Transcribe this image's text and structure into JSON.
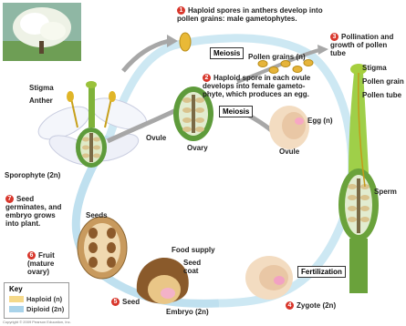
{
  "steps": {
    "s1": {
      "num": "1",
      "text": "Haploid spores in anthers develop into pollen grains: male gametophytes."
    },
    "s2": {
      "num": "2",
      "text": "Haploid spore in each ovule develops into female gameto-phyte, which produces an egg."
    },
    "s3": {
      "num": "3",
      "text": "Pollination and growth of pollen tube"
    },
    "s4": {
      "num": "4",
      "text": "Zygote (2n)"
    },
    "s5": {
      "num": "5",
      "text": "Seed"
    },
    "s6": {
      "num": "6",
      "text": "Fruit (mature ovary)"
    },
    "s7": {
      "num": "7",
      "text": "Seed germinates, and embryo grows into plant."
    }
  },
  "boxes": {
    "meiosis1": "Meiosis",
    "meiosis2": "Meiosis",
    "fertilization": "Fertilization"
  },
  "labels": {
    "pollen_grains": "Pollen grains (n)",
    "stigma_left": "Stigma",
    "anther": "Anther",
    "ovule_left": "Ovule",
    "ovary": "Ovary",
    "sporophyte": "Sporophyte (2n)",
    "egg": "Egg (n)",
    "ovule_mid": "Ovule",
    "stigma_right": "Stigma",
    "pollen_grain_right": "Pollen grain",
    "pollen_tube": "Pollen tube",
    "sperm": "Sperm",
    "seeds": "Seeds",
    "food_supply": "Food supply",
    "seed_coat": "Seed coat",
    "embryo": "Embryo (2n)"
  },
  "key": {
    "title": "Key",
    "haploid": "Haploid (n)",
    "diploid": "Diploid (2n)",
    "haploid_color": "#f5d98a",
    "diploid_color": "#a9d3ea"
  },
  "copyright": "Copyright © 2009 Pearson Education, Inc."
}
